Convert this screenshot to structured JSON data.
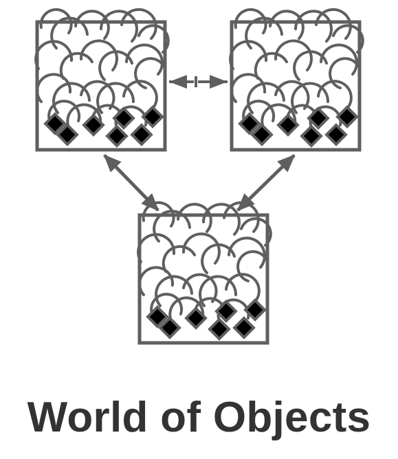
{
  "caption": "World of Objects",
  "colors": {
    "stroke": "#5f5f5f",
    "diamond_fill": "#000000",
    "caption": "#333333",
    "background": "#ffffff"
  },
  "diagram": {
    "boxes": [
      {
        "name": "object-box-top-left",
        "contents": "tangled loops with black diamonds"
      },
      {
        "name": "object-box-top-right",
        "contents": "tangled loops with black diamonds"
      },
      {
        "name": "object-box-bottom",
        "contents": "tangled loops with black diamonds"
      }
    ],
    "connections": [
      {
        "name": "arrow-top-left-top-right",
        "from": "object-box-top-left",
        "to": "object-box-top-right",
        "direction": "both"
      },
      {
        "name": "arrow-top-left-bottom",
        "from": "object-box-top-left",
        "to": "object-box-bottom",
        "direction": "both"
      },
      {
        "name": "arrow-top-right-bottom",
        "from": "object-box-top-right",
        "to": "object-box-bottom",
        "direction": "both"
      }
    ]
  }
}
